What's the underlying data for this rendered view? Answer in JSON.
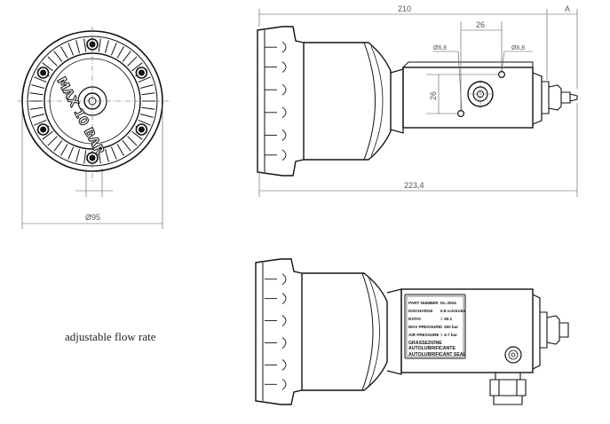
{
  "caption": "adjustable flow rate",
  "front_view": {
    "diameter_label": "Ø95",
    "embossed_text": "MAX 10 BAR"
  },
  "side_view_top": {
    "overall_length_label": "210",
    "total_length_label": "223,4",
    "section_marker_label": "A",
    "hole_spacing_horizontal_label": "26",
    "hole_spacing_vertical_label": "26",
    "hole_diameter_left_label": "Ø6,8",
    "hole_diameter_right_label": "Ø6,8"
  },
  "nameplate": {
    "rows": [
      {
        "label": "PART NUMBER",
        "value": "DL.3004"
      },
      {
        "label": "DISCHARGE",
        "value": "0.8 cc/stroke"
      },
      {
        "label": "RATIO",
        "value": "= 35:1"
      },
      {
        "label": "MAX PRESSURE",
        "value": "= 350 bar"
      },
      {
        "label": "AIR PRESSURE",
        "value": "= 4-7 bar"
      }
    ],
    "maker_line1": "GRASSEZIONE",
    "maker_line2": "AUTOLUBRIFICANTE",
    "maker_line3": "AUTOLUBRIFICANT SEAL"
  },
  "colors": {
    "line": "#111111",
    "dimension": "#555555",
    "background": "#ffffff"
  }
}
